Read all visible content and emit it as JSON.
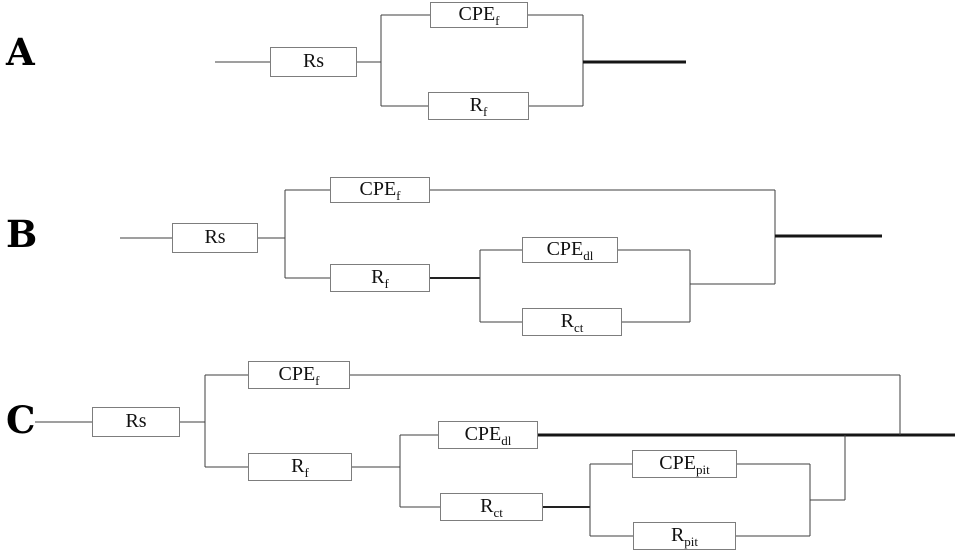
{
  "figure": {
    "background": "#ffffff",
    "wire_color": "#3f3f3f",
    "thick_wire_color": "#161616",
    "box_border_color": "#7d7d7d",
    "box_fill": "#ffffff",
    "text_color": "#111111"
  },
  "circuits": [
    {
      "label": "A",
      "components": [
        {
          "name": "Rs",
          "main": "Rs",
          "sub": ""
        },
        {
          "name": "CPE_f",
          "main": "CPE",
          "sub": "f"
        },
        {
          "name": "R_f",
          "main": "R",
          "sub": "f"
        }
      ]
    },
    {
      "label": "B",
      "components": [
        {
          "name": "Rs",
          "main": "Rs",
          "sub": ""
        },
        {
          "name": "CPE_f",
          "main": "CPE",
          "sub": "f"
        },
        {
          "name": "R_f",
          "main": "R",
          "sub": "f"
        },
        {
          "name": "CPE_dl",
          "main": "CPE",
          "sub": "dl"
        },
        {
          "name": "R_ct",
          "main": "R",
          "sub": "ct"
        }
      ]
    },
    {
      "label": "C",
      "components": [
        {
          "name": "Rs",
          "main": "Rs",
          "sub": ""
        },
        {
          "name": "CPE_f",
          "main": "CPE",
          "sub": "f"
        },
        {
          "name": "R_f",
          "main": "R",
          "sub": "f"
        },
        {
          "name": "CPE_dl",
          "main": "CPE",
          "sub": "dl"
        },
        {
          "name": "R_ct",
          "main": "R",
          "sub": "ct"
        },
        {
          "name": "CPE_pit",
          "main": "CPE",
          "sub": "pit"
        },
        {
          "name": "R_pit",
          "main": "R",
          "sub": "pit"
        }
      ]
    }
  ]
}
